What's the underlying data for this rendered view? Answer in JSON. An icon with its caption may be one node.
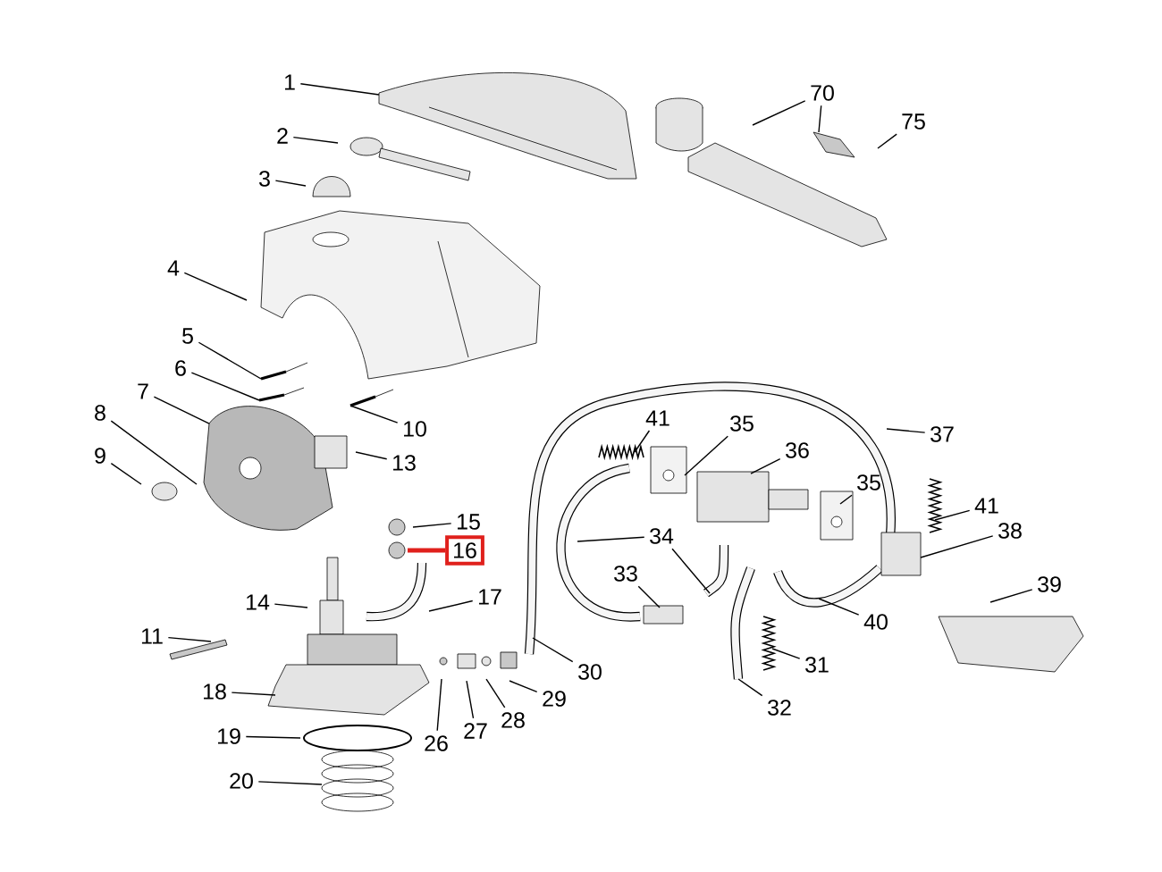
{
  "diagram": {
    "nodes": [
      {
        "text": [
          "1"
        ]
      },
      {
        "text": [
          "70"
        ]
      },
      {
        "text": [
          "2"
        ]
      },
      {
        "text": [
          "75"
        ]
      },
      {
        "text": [
          "3"
        ]
      },
      {
        "text": [
          "4"
        ]
      },
      {
        "text": [
          "5"
        ]
      },
      {
        "text": [
          "6"
        ]
      },
      {
        "text": [
          "7"
        ]
      },
      {
        "text": [
          "8"
        ]
      },
      {
        "text": [
          "41"
        ]
      },
      {
        "text": [
          "35"
        ]
      },
      {
        "text": [
          "10"
        ]
      },
      {
        "text": [
          "37"
        ]
      },
      {
        "text": [
          "36"
        ]
      },
      {
        "text": [
          "9"
        ]
      },
      {
        "text": [
          "13"
        ]
      },
      {
        "text": [
          "35"
        ]
      },
      {
        "text": [
          "41"
        ]
      },
      {
        "text": [
          "15"
        ]
      },
      {
        "text": [
          "38"
        ]
      },
      {
        "text": [
          "34"
        ]
      },
      {
        "text": [
          "16"
        ]
      },
      {
        "text": [
          "33"
        ]
      },
      {
        "text": [
          "39"
        ]
      },
      {
        "text": [
          "14"
        ]
      },
      {
        "text": [
          "17"
        ]
      },
      {
        "text": [
          "40"
        ]
      },
      {
        "text": [
          "11"
        ]
      },
      {
        "text": [
          "31"
        ]
      },
      {
        "text": [
          "30"
        ]
      },
      {
        "text": [
          "18"
        ]
      },
      {
        "text": [
          "29"
        ]
      },
      {
        "text": [
          "32"
        ]
      },
      {
        "text": [
          "28"
        ]
      },
      {
        "text": [
          "27"
        ]
      },
      {
        "text": [
          "19"
        ]
      },
      {
        "text": [
          "26"
        ]
      },
      {
        "text": [
          "20"
        ]
      }
    ],
    "edges": [
      {
        "from": 0,
        "to": null,
        "arrow": "none"
      },
      {
        "from": 1,
        "to": null,
        "arrow": "none"
      },
      {
        "from": 1,
        "to": null,
        "arrow": "none"
      },
      {
        "from": 2,
        "to": null,
        "arrow": "none"
      },
      {
        "from": 3,
        "to": null,
        "arrow": "none"
      },
      {
        "from": 4,
        "to": null,
        "arrow": "none"
      },
      {
        "from": 5,
        "to": null,
        "arrow": "none"
      },
      {
        "from": 6,
        "to": null,
        "arrow": "none"
      },
      {
        "from": 7,
        "to": null,
        "arrow": "none"
      },
      {
        "from": 8,
        "to": null,
        "arrow": "none"
      },
      {
        "from": 9,
        "to": null,
        "arrow": "none"
      },
      {
        "from": 10,
        "to": null,
        "arrow": "none"
      },
      {
        "from": 11,
        "to": null,
        "arrow": "none"
      },
      {
        "from": 12,
        "to": null,
        "arrow": "none"
      },
      {
        "from": 13,
        "to": null,
        "arrow": "none"
      },
      {
        "from": 14,
        "to": null,
        "arrow": "none"
      },
      {
        "from": 15,
        "to": null,
        "arrow": "none"
      },
      {
        "from": 16,
        "to": null,
        "arrow": "none"
      },
      {
        "from": 17,
        "to": null,
        "arrow": "none"
      },
      {
        "from": 18,
        "to": null,
        "arrow": "none"
      },
      {
        "from": 19,
        "to": null,
        "arrow": "none"
      },
      {
        "from": 20,
        "to": null,
        "arrow": "none"
      },
      {
        "from": 21,
        "to": null,
        "arrow": "none"
      },
      {
        "from": 21,
        "to": null,
        "arrow": "none"
      },
      {
        "from": 22,
        "to": null,
        "arrow": "none",
        "style": "thick",
        "color": "#e0201c"
      },
      {
        "from": 23,
        "to": null,
        "arrow": "none"
      },
      {
        "from": 24,
        "to": null,
        "arrow": "none"
      },
      {
        "from": 25,
        "to": null,
        "arrow": "none"
      },
      {
        "from": 26,
        "to": null,
        "arrow": "none"
      },
      {
        "from": 27,
        "to": null,
        "arrow": "none"
      },
      {
        "from": 28,
        "to": null,
        "arrow": "none"
      },
      {
        "from": 29,
        "to": null,
        "arrow": "none"
      },
      {
        "from": 30,
        "to": null,
        "arrow": "none"
      },
      {
        "from": 31,
        "to": null,
        "arrow": "none"
      },
      {
        "from": 32,
        "to": null,
        "arrow": "none"
      },
      {
        "from": 33,
        "to": null,
        "arrow": "none"
      },
      {
        "from": 34,
        "to": null,
        "arrow": "none"
      },
      {
        "from": 35,
        "to": null,
        "arrow": "none"
      },
      {
        "from": 36,
        "to": null,
        "arrow": "none"
      },
      {
        "from": 37,
        "to": null,
        "arrow": "none"
      },
      {
        "from": 38,
        "to": null,
        "arrow": "none"
      }
    ]
  }
}
